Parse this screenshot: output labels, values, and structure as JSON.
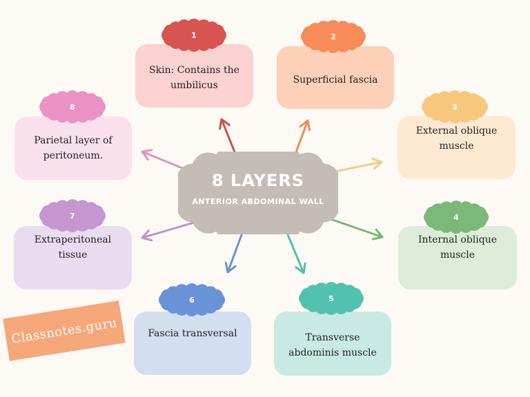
{
  "center": {
    "title": "8 LAYERS",
    "subtitle": "ANTERIOR ABDOMINAL WALL",
    "color": "#c4bcb6"
  },
  "layers": [
    {
      "number": "1",
      "label": "Skin: Contains the umbilicus",
      "badge_color": "#d75450",
      "card_color": "#fbd2d0",
      "arrow_color": "#c9514b"
    },
    {
      "number": "2",
      "label": "Superficial fascia",
      "badge_color": "#f78c58",
      "card_color": "#fdd0b8",
      "arrow_color": "#f08a56"
    },
    {
      "number": "3",
      "label": "External oblique muscle",
      "badge_color": "#f7c77b",
      "card_color": "#fde9d1",
      "arrow_color": "#f4cc85"
    },
    {
      "number": "4",
      "label": "Internal oblique muscle",
      "badge_color": "#7bb97a",
      "card_color": "#dcecd8",
      "arrow_color": "#78b677"
    },
    {
      "number": "5",
      "label": "Transverse abdominis muscle",
      "badge_color": "#52c2b0",
      "card_color": "#c9eae4",
      "arrow_color": "#4fc0ae"
    },
    {
      "number": "6",
      "label": "Fascia transversal",
      "badge_color": "#6a92d8",
      "card_color": "#d3def1",
      "arrow_color": "#6a92d8"
    },
    {
      "number": "7",
      "label": "Extraperitoneal tissue",
      "badge_color": "#c597ce",
      "card_color": "#eadcf0",
      "arrow_color": "#c093c9"
    },
    {
      "number": "8",
      "label": "Parietal layer of peritoneum.",
      "badge_color": "#ea92c4",
      "card_color": "#fae0ec",
      "arrow_color": "#e191c0"
    }
  ],
  "watermark": {
    "text": "Classnotes.guru",
    "color": "#f5a77a"
  }
}
